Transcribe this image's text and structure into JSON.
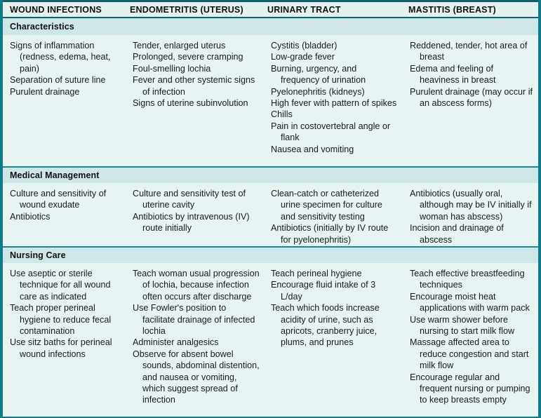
{
  "table": {
    "columns": [
      {
        "header": "WOUND INFECTIONS"
      },
      {
        "header": "ENDOMETRITIS (UTERUS)"
      },
      {
        "header": "URINARY TRACT"
      },
      {
        "header": "MASTITIS (BREAST)"
      }
    ],
    "sections": [
      {
        "label": "Characteristics",
        "cells": [
          [
            "Signs of inflammation (redness, edema, heat, pain)",
            "Separation of suture line",
            "Purulent drainage"
          ],
          [
            "Tender, enlarged uterus",
            "Prolonged, severe cramping",
            "Foul-smelling lochia",
            "Fever and other systemic signs of infection",
            "Signs of uterine subinvolution"
          ],
          [
            "Cystitis (bladder)",
            "Low-grade fever",
            "Burning, urgency, and frequency of urination",
            "Pyelonephritis (kidneys)",
            "High fever with pattern of spikes",
            "Chills",
            "Pain in costovertebral angle or flank",
            "Nausea and vomiting"
          ],
          [
            "Reddened, tender, hot area of breast",
            "Edema and feeling of heaviness in breast",
            "Purulent drainage (may occur if an abscess forms)"
          ]
        ]
      },
      {
        "label": "Medical Management",
        "cells": [
          [
            "Culture and sensitivity of wound exudate",
            "Antibiotics"
          ],
          [
            "Culture and sensitivity test of uterine cavity",
            "Antibiotics by intravenous (IV) route initially"
          ],
          [
            "Clean-catch or catheterized urine specimen for culture and sensitivity testing",
            "Antibiotics (initially by IV route for pyelonephritis)"
          ],
          [
            "Antibiotics (usually oral, although may be IV initially if woman has abscess)",
            "Incision and drainage of abscess"
          ]
        ]
      },
      {
        "label": "Nursing Care",
        "cells": [
          [
            "Use aseptic or sterile technique for all wound care as indicated",
            "Teach proper perineal hygiene to reduce fecal contamination",
            "Use sitz baths for perineal wound infections"
          ],
          [
            "Teach woman usual progression of lochia, because infection often occurs after discharge",
            "Use Fowler's position to facilitate drainage of infected lochia",
            "Administer analgesics",
            "Observe for absent bowel sounds, abdominal distention, and nausea or vomiting, which suggest spread of infection"
          ],
          [
            "Teach perineal hygiene",
            "Encourage fluid intake of 3 L/day",
            "Teach which foods increase acidity of urine, such as apricots, cranberry juice, plums, and prunes"
          ],
          [
            "Teach effective breastfeeding techniques",
            "Encourage moist heat applications with warm pack",
            "Use warm shower before nursing to start milk flow",
            "Massage affected area to reduce congestion and start milk flow",
            "Encourage regular and frequent nursing or pumping to keep breasts empty"
          ]
        ]
      }
    ]
  },
  "colors": {
    "frame_border": "#0e7b87",
    "header_rule": "#10606b",
    "section_band": "#cfe6e8",
    "body_background": "#e7f4f3",
    "text": "#1a1a1a"
  }
}
